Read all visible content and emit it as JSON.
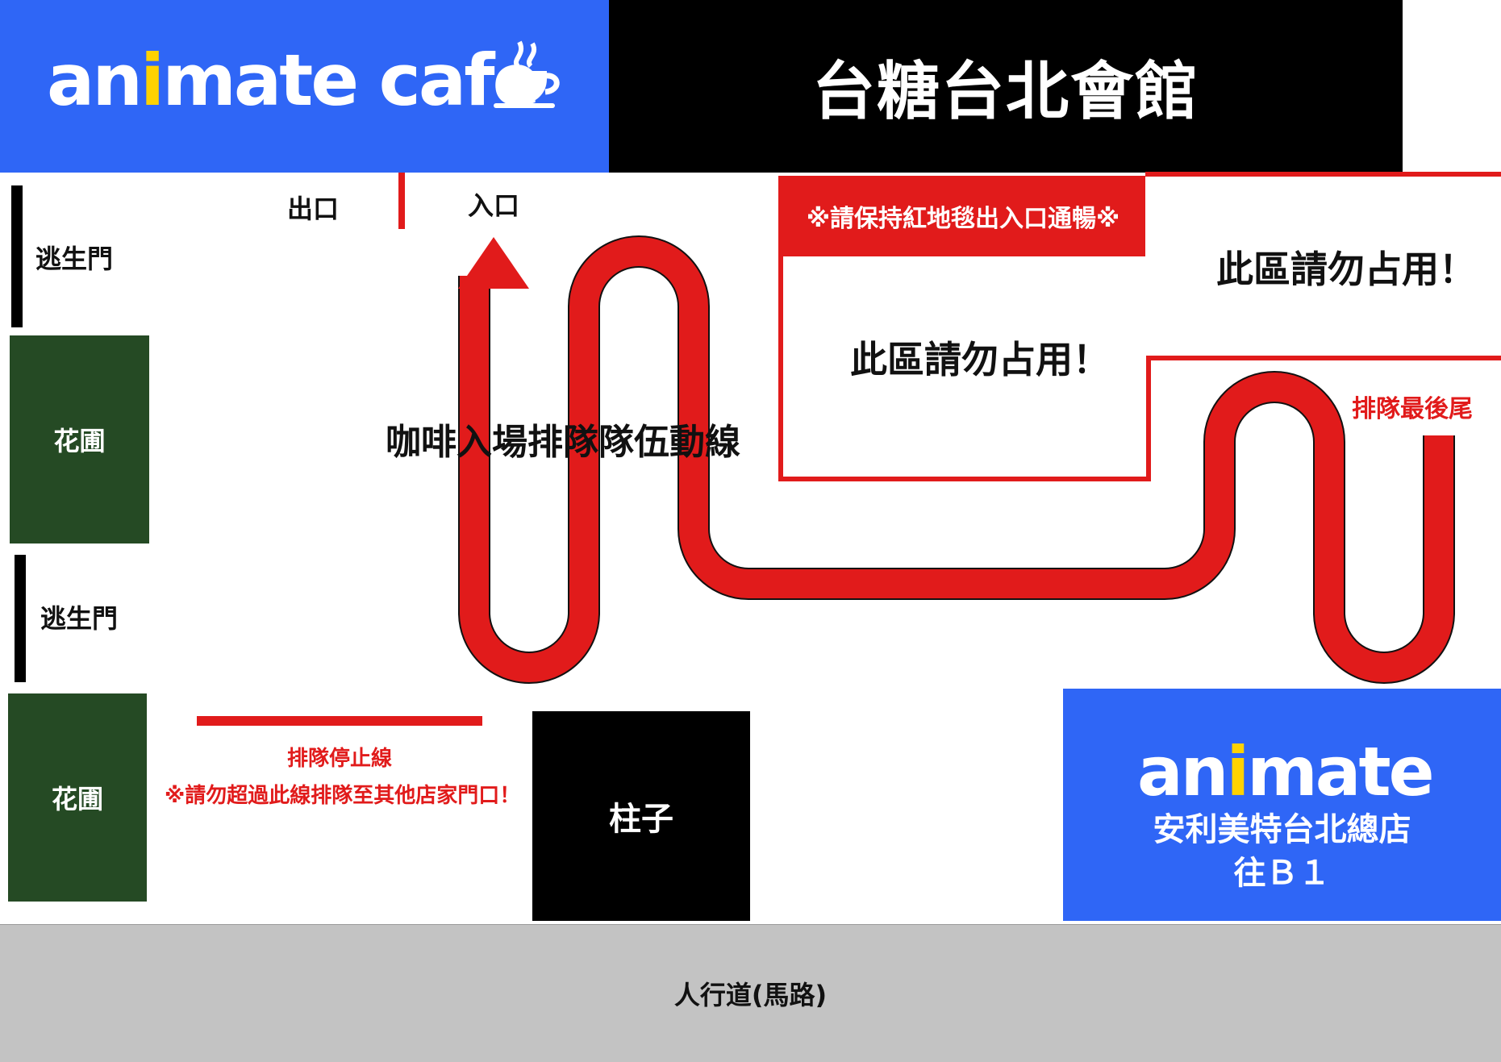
{
  "colors": {
    "blue": "#2F66F6",
    "black": "#000000",
    "red": "#E11B1B",
    "garden_green": "#254A24",
    "sidewalk_gray": "#C3C3C3",
    "logo_yellow": "#FFD200"
  },
  "header": {
    "cafe_logo_a": "an",
    "cafe_logo_i": "i",
    "cafe_logo_b": "mate cafe",
    "cafe_logo_icon": "coffee-cup-icon",
    "building_name": "台糖台北會館"
  },
  "map": {
    "exit_label": "出口",
    "entrance_label": "入口",
    "escape_door_label_1": "逃生門",
    "escape_door_label_2": "逃生門",
    "garden_label_1": "花圃",
    "garden_label_2": "花圃",
    "queue_route_label": "咖啡入場排隊隊伍動線",
    "notice_banner": "※請保持紅地毯出入口通暢※",
    "no_occupy_1": "此區請勿占用！",
    "no_occupy_2": "此區請勿占用！",
    "queue_end_label": "排隊最後尾",
    "stop_line_title": "排隊停止線",
    "stop_line_note": "※請勿超過此線排隊至其他店家門口！",
    "pillar_label": "柱子",
    "sidewalk_label": "人行道(馬路)"
  },
  "store": {
    "logo_a": "an",
    "logo_i": "i",
    "logo_b": "mate",
    "name": "安利美特台北總店",
    "direction": "往Ｂ１"
  }
}
